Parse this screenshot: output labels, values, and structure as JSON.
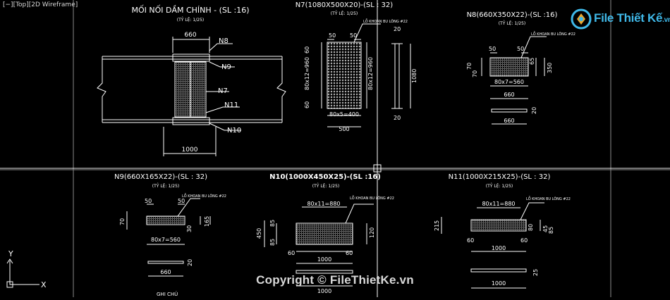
{
  "viewport": {
    "label": "[−][Top][2D Wireframe]"
  },
  "logo": {
    "text": "File Thiết Kế",
    "suffix": ".vn"
  },
  "watermark": {
    "symbol": "©",
    "text": "Copyright © FileThietKe.vn"
  },
  "ucs": {
    "y_label": "Y",
    "x_label": "X"
  },
  "colors": {
    "background": "#000000",
    "line": "#ffffff",
    "grid": "#7f7f7f",
    "logo": "#3fb8e8",
    "crosshair": "#ffffff"
  },
  "drawings": {
    "main": {
      "title": "MỐI NỐI DẦM CHÍNH - (SL :16)",
      "scale": "(TỶ LỆ: 1/25)",
      "dim_top": "660",
      "dim_bottom": "1000",
      "labels": [
        "N8",
        "N9",
        "N7",
        "N11",
        "N10"
      ]
    },
    "n7": {
      "title": "N7(1080X500X20)-(SL : 32)",
      "scale": "(TỶ LỆ: 1/25)",
      "note": "LỖ KHOAN BU LÔNG #22",
      "dims": [
        "50",
        "50",
        "60",
        "80x12=960",
        "60",
        "80x12=960",
        "80x5=400",
        "500",
        "1080",
        "20",
        "20"
      ]
    },
    "n8": {
      "title": "N8(660X350X22)-(SL :16)",
      "scale": "(TỶ LỆ: 1/25)",
      "note": "LỖ KHOAN BU LÔNG #22",
      "dims": [
        "50",
        "50",
        "70",
        "70",
        "65",
        "350",
        "80x7=560",
        "660",
        "20",
        "660"
      ]
    },
    "n9": {
      "title": "N9(660X165X22)-(SL : 32)",
      "scale": "(TỶ LỆ: 1/25)",
      "note": "LỖ KHOAN BU LÔNG #22",
      "dims": [
        "50",
        "50",
        "70",
        "30",
        "165",
        "80x7=560",
        "20",
        "660"
      ]
    },
    "n10": {
      "title": "N10(1000X450X25)-(SL :16)",
      "scale": "(TỶ LỆ: 1/25)",
      "note": "LỖ KHOAN BU LÔNG #22",
      "dims": [
        "80x11=880",
        "85",
        "450",
        "85",
        "120",
        "60",
        "60",
        "1000",
        "1000"
      ]
    },
    "n11": {
      "title": "N11(1000X215X25)-(SL : 32)",
      "scale": "(TỶ LỆ: 1/25)",
      "note": "LỖ KHOAN BU LÔNG #22",
      "dims": [
        "80x11=880",
        "215",
        "45",
        "85",
        "80",
        "60",
        "1000",
        "60",
        "25",
        "1000"
      ]
    },
    "notes": {
      "label": "GHI CHÚ"
    }
  }
}
